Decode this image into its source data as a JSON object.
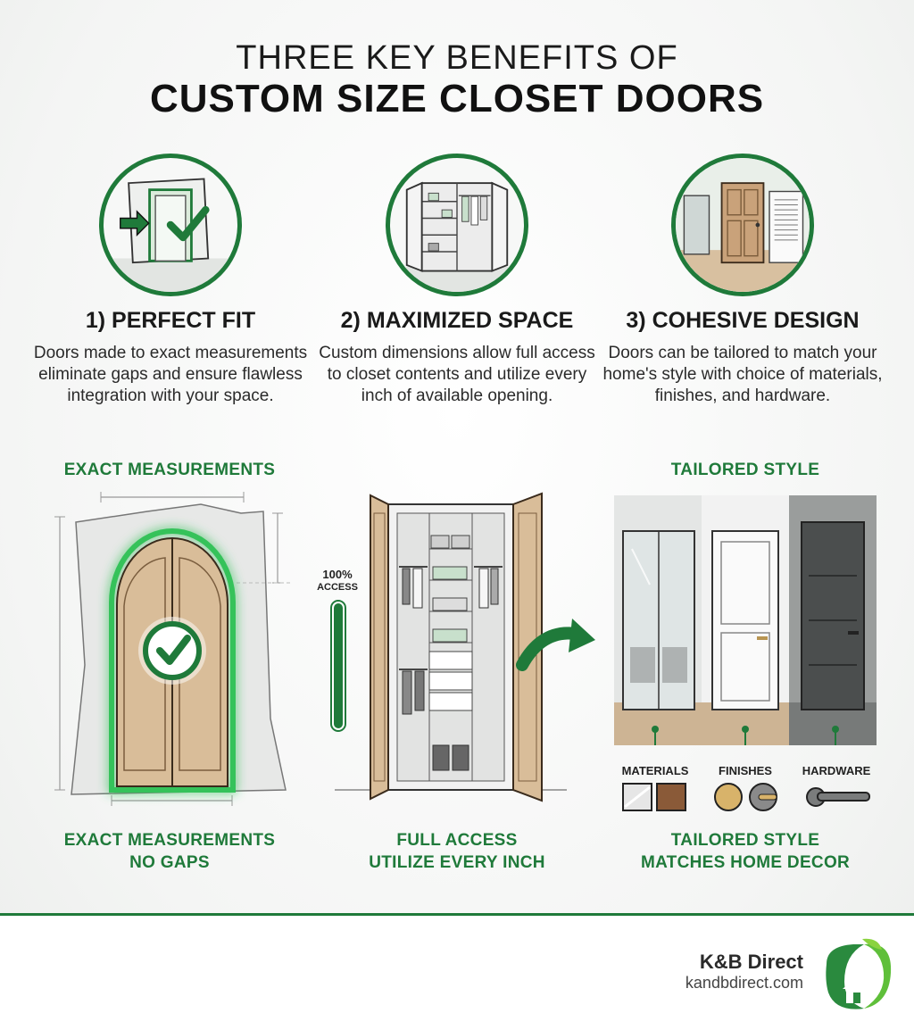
{
  "header": {
    "title_line1": "THREE KEY BENEFITS OF",
    "title_line2": "CUSTOM SIZE CLOSET DOORS"
  },
  "benefits": [
    {
      "title": "1) PERFECT FIT",
      "description": "Doors made to exact measurements eliminate gaps and ensure flawless integration with your space.",
      "icon": "door-fit-check-icon"
    },
    {
      "title": "2) MAXIMIZED SPACE",
      "description": "Custom dimensions allow full access to closet contents and utilize every inch of available opening.",
      "icon": "open-closet-icon"
    },
    {
      "title": "3) COHESIVE DESIGN",
      "description": "Doors can be tailored to match your home's style with choice of materials, finishes, and hardware.",
      "icon": "styled-doors-icon"
    }
  ],
  "illustrations": {
    "left": {
      "top_label": "EXACT MEASUREMENTS",
      "bottom_label_1": "EXACT MEASUREMENTS",
      "bottom_label_2": "NO GAPS"
    },
    "middle": {
      "gauge_label_1": "100%",
      "gauge_label_2": "ACCESS",
      "gauge_level": 1.0,
      "bottom_label_1": "FULL ACCESS",
      "bottom_label_2": "UTILIZE EVERY INCH"
    },
    "right": {
      "top_label": "TAILORED STYLE",
      "option_labels": [
        "MATERIALS",
        "FINISHES",
        "HARDWARE"
      ],
      "bottom_label_1": "TAILORED STYLE",
      "bottom_label_2": "MATCHES HOME DECOR"
    }
  },
  "footer": {
    "brand": "K&B Direct",
    "url": "kandbdirect.com"
  },
  "colors": {
    "accent": "#1f7a3a",
    "wood": "#d9bd99",
    "text": "#1a1a1a"
  }
}
